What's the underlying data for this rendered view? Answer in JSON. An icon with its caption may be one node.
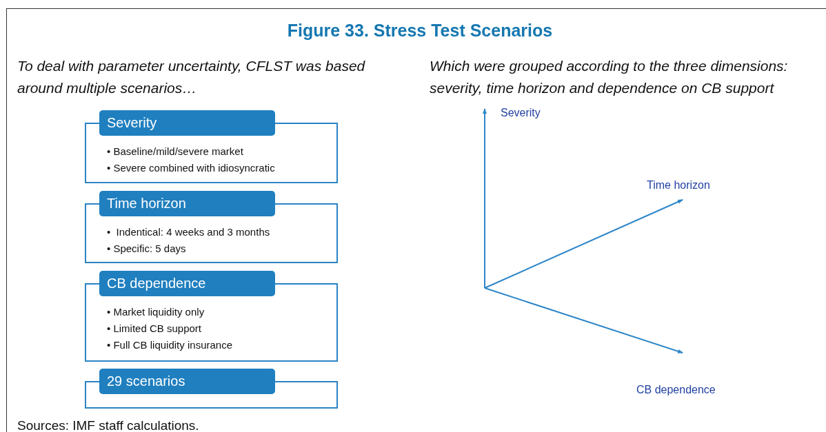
{
  "diagram": {
    "title": "Figure 33. Stress Test Scenarios",
    "nodes": [
      {
        "text": [
          "Severity",
          "• Baseline/mild/severe market",
          "• Severe combined with idiosyncratic"
        ]
      },
      {
        "text": [
          "Time horizon",
          "•  Indentical: 4 weeks and 3 months",
          "• Specific: 5 days"
        ]
      },
      {
        "text": [
          "CB dependence",
          "• Market liquidity only",
          "• Limited CB support",
          "• Full CB liquidity insurance"
        ]
      },
      {
        "text": [
          "29 scenarios"
        ]
      }
    ],
    "labels": [
      "To deal with parameter uncertainty, CFLST was based around multiple scenarios…",
      "Which were grouped according to the three dimensions: severity, time horizon and dependence on CB support",
      "Severity",
      "Time horizon",
      "CB dependence",
      "Sources: IMF staff calculations."
    ]
  }
}
